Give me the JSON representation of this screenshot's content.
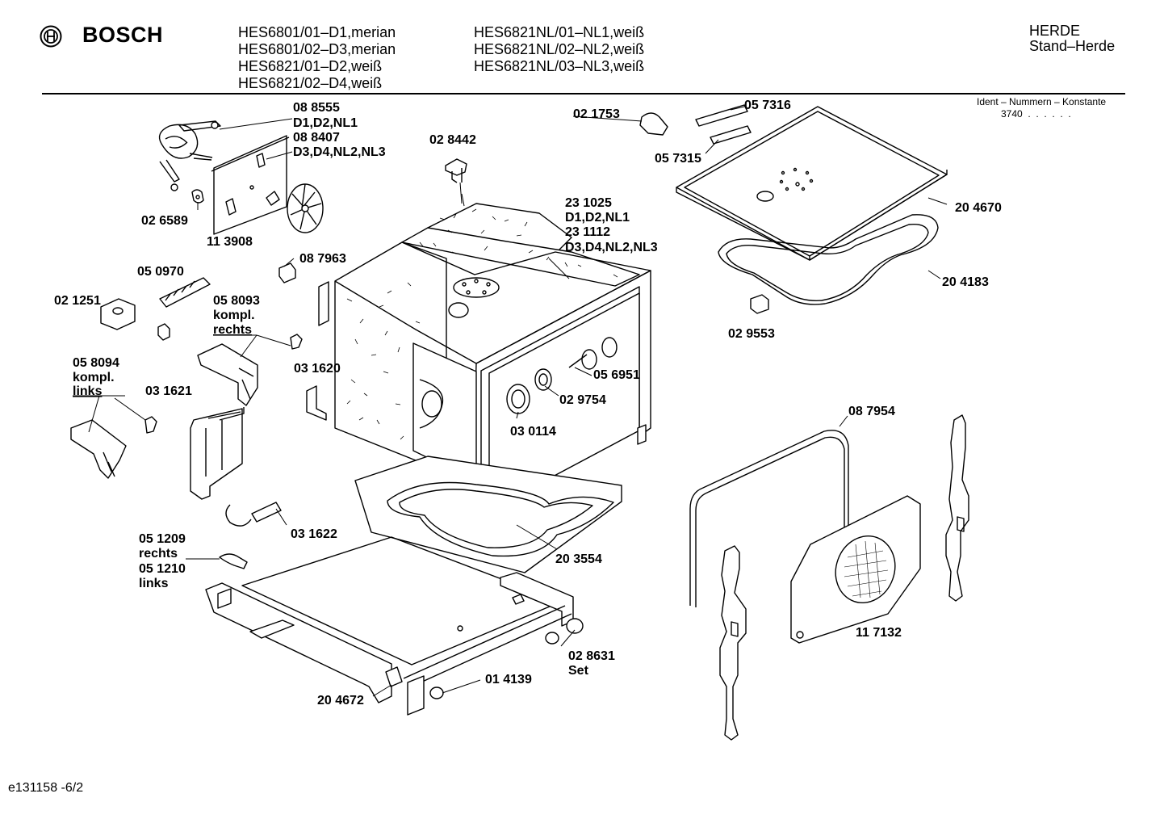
{
  "header": {
    "brand": "BOSCH",
    "models_left": [
      "HES6801/01–D1,merian",
      "HES6801/02–D3,merian",
      "HES6821/01–D2,weiß",
      "HES6821/02–D4,weiß"
    ],
    "models_right": [
      "HES6821NL/01–NL1,weiß",
      "HES6821NL/02–NL2,weiß",
      "HES6821NL/03–NL3,weiß"
    ],
    "category": "HERDE",
    "subcategory": "Stand–Herde",
    "ident_label": "Ident – Nummern – Konstante",
    "ident_value": "3740  .  .  .  .  .  ."
  },
  "footer": {
    "code": "e131158 -6/2"
  },
  "parts": {
    "p088555": [
      "08 8555",
      "D1,D2,NL1",
      "08 8407",
      "D3,D4,NL2,NL3"
    ],
    "p026589": "02 6589",
    "p113908": "11 3908",
    "p028442": "02 8442",
    "p021753": "02 1753",
    "p057316": "05 7316",
    "p057315": "05 7315",
    "p231025": [
      "23 1025",
      "D1,D2,NL1",
      "23 1112",
      "D3,D4,NL2,NL3"
    ],
    "p204670": "20 4670",
    "p204183": "20 4183",
    "p029553": "02 9553",
    "p050970": "05 0970",
    "p087963": "08 7963",
    "p021251": "02 1251",
    "p058093": [
      "05 8093",
      "kompl.",
      "rechts"
    ],
    "p031620": "03 1620",
    "p058094": [
      "05 8094",
      "kompl.",
      "links"
    ],
    "p031621": "03 1621",
    "p056951": "05 6951",
    "p029754": "02 9754",
    "p030114": "03 0114",
    "p087954": "08 7954",
    "p031622": "03 1622",
    "p051209": [
      "05 1209",
      "rechts",
      "05 1210",
      "links"
    ],
    "p203554": "20 3554",
    "p117132": "11 7132",
    "p028631": [
      "02 8631",
      "Set"
    ],
    "p014139": "01 4139",
    "p204672": "20 4672"
  }
}
